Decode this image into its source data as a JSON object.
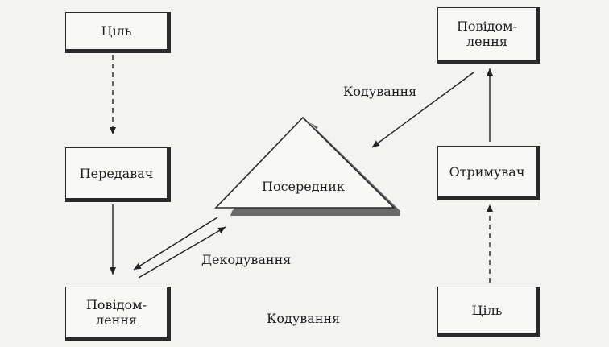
{
  "nodes": {
    "goal_left": "Ціль",
    "transmitter": "Передавач",
    "message_left": "Повідом-\nлення",
    "mediator": "Посередник",
    "message_right": "Повідом-\nлення",
    "receiver": "Отримувач",
    "goal_right": "Ціль"
  },
  "edge_labels": {
    "encoding_top": "Кодування",
    "decoding": "Декодування",
    "encoding_bottom": "Кодування"
  }
}
